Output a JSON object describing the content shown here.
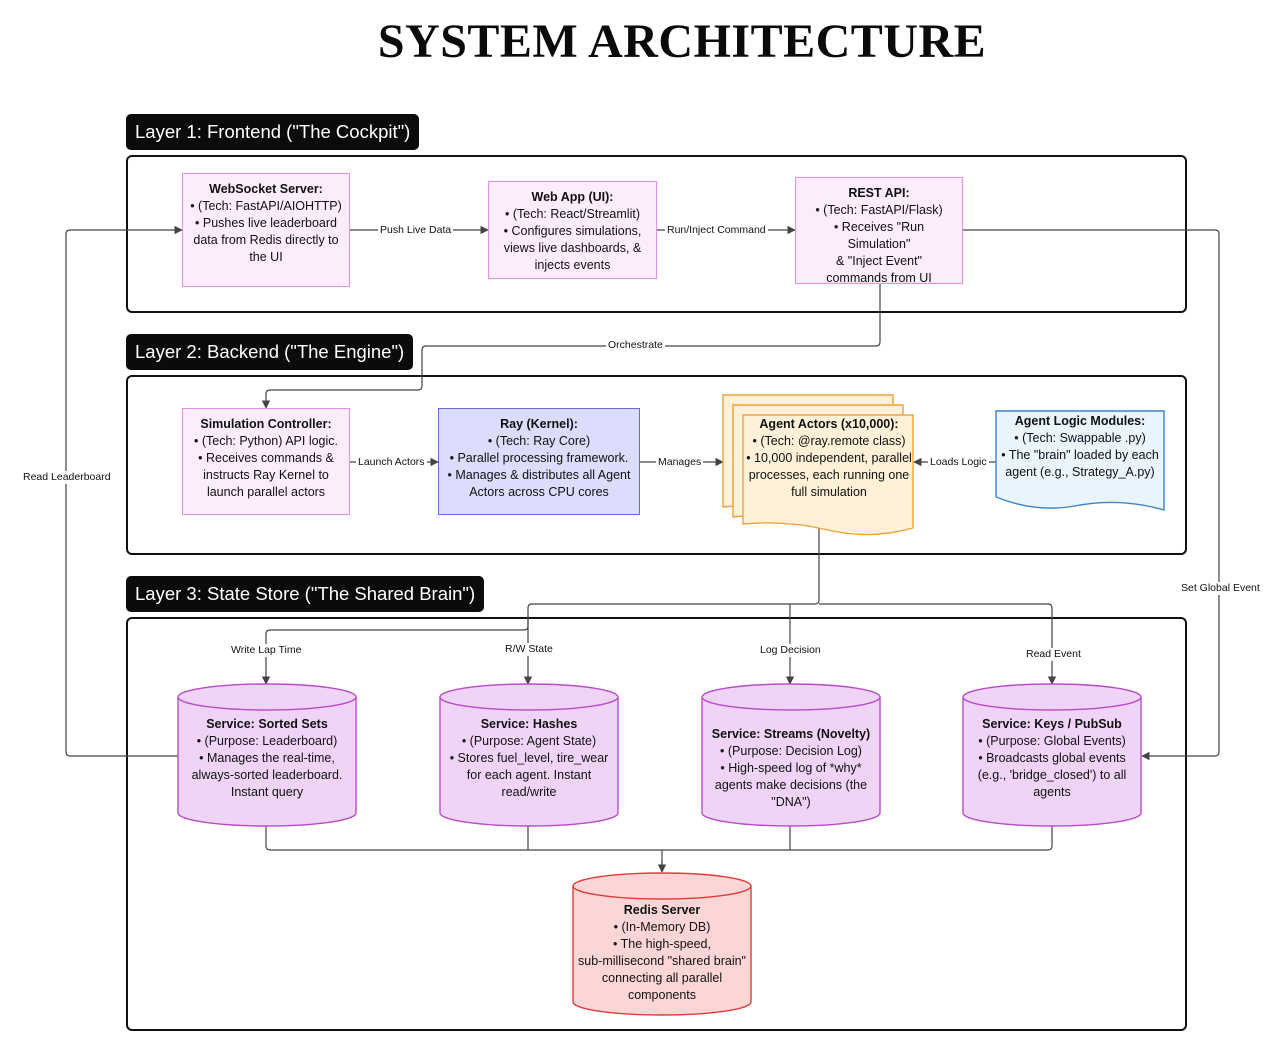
{
  "title": "SYSTEM ARCHITECTURE",
  "layers": [
    {
      "label": "Layer 1: Frontend (\"The Cockpit\")"
    },
    {
      "label": "Layer 2: Backend (\"The Engine\")"
    },
    {
      "label": "Layer 3: State Store (\"The Shared Brain\")"
    }
  ],
  "nodes": {
    "websocket": {
      "title": "WebSocket Server:",
      "lines": [
        "• (Tech: FastAPI/AIOHTTP)",
        "• Pushes live leaderboard",
        "data from Redis directly to",
        "the UI"
      ]
    },
    "webapp": {
      "title": "Web App (UI):",
      "lines": [
        "• (Tech: React/Streamlit)",
        "• Configures simulations,",
        "views live dashboards, &",
        "injects events"
      ]
    },
    "restapi": {
      "title": "REST API:",
      "lines": [
        "• (Tech: FastAPI/Flask)",
        "• Receives \"Run Simulation\"",
        "& \"Inject Event\"",
        "commands from UI"
      ]
    },
    "simcontroller": {
      "title": "Simulation Controller:",
      "lines": [
        "• (Tech: Python) API logic.",
        "• Receives commands &",
        "instructs Ray Kernel to",
        "launch parallel actors"
      ]
    },
    "ray": {
      "title": "Ray (Kernel):",
      "lines": [
        "• (Tech: Ray Core)",
        "•  Parallel processing framework.",
        "• Manages & distributes all Agent",
        "Actors across CPU cores"
      ]
    },
    "agents": {
      "title": "Agent Actors (x10,000):",
      "lines": [
        "• (Tech: @ray.remote class)",
        "• 10,000 independent, parallel",
        "processes, each running one",
        "full simulation"
      ]
    },
    "logic": {
      "title": "Agent Logic Modules:",
      "lines": [
        "• (Tech: Swappable .py)",
        "• The \"brain\" loaded by each",
        "agent (e.g., Strategy_A.py)"
      ]
    },
    "sortedsets": {
      "title": "Service: Sorted Sets",
      "lines": [
        "• (Purpose: Leaderboard)",
        "• Manages the real-time,",
        "always-sorted leaderboard.",
        "Instant query"
      ]
    },
    "hashes": {
      "title": "Service: Hashes",
      "lines": [
        "• (Purpose: Agent State)",
        "• Stores fuel_level, tire_wear",
        "for each agent. Instant",
        "read/write"
      ]
    },
    "streams": {
      "title": "Service: Streams (Novelty)",
      "lines": [
        "• (Purpose: Decision Log)",
        "• High-speed log of *why*",
        "agents make decisions (the",
        "\"DNA\")"
      ]
    },
    "pubsub": {
      "title": "Service: Keys / PubSub",
      "lines": [
        "• (Purpose: Global Events)",
        "• Broadcasts global events",
        "(e.g., 'bridge_closed') to all",
        "agents"
      ]
    },
    "redis": {
      "title": "Redis Server",
      "lines": [
        "• (In-Memory DB)",
        "• The high-speed,",
        "sub-millisecond \"shared brain\"",
        "connecting all parallel",
        "components"
      ]
    }
  },
  "edges": {
    "push_live_data": "Push Live Data",
    "run_inject": "Run/Inject Command",
    "orchestrate": "Orchestrate",
    "launch_actors": "Launch Actors",
    "manages": "Manages",
    "loads_logic": "Loads Logic",
    "read_leaderboard": "Read Leaderboard",
    "set_global_event": "Set Global Event",
    "write_lap_time": "Write Lap Time",
    "rw_state": "R/W State",
    "log_decision": "Log Decision",
    "read_event": "Read Event"
  },
  "colors": {
    "pink_fill": "#fcecfc",
    "pink_stroke": "#e990e6",
    "blue_fill": "#dcdcfc",
    "blue_stroke": "#6a6ad8",
    "orange_fill": "#fff1d8",
    "orange_stroke": "#f0a23a",
    "doc_fill": "#eaf4fc",
    "doc_stroke": "#3a86c8",
    "cyl_fill": "#f0d4f8",
    "cyl_stroke": "#b84cc8",
    "redis_fill": "#fcd6d6",
    "redis_stroke": "#e03c3c"
  }
}
